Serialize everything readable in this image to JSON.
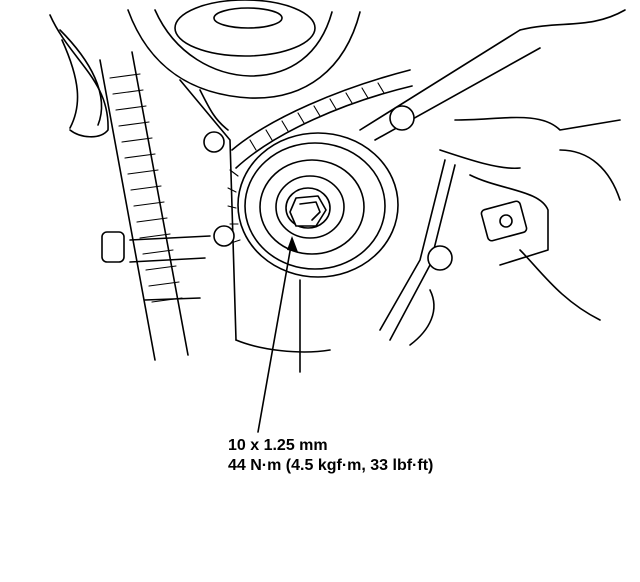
{
  "callout": {
    "bolt_size": "10 x 1.25 mm",
    "torque": "44 N·m (4.5 kgf·m, 33 lbf·ft)"
  },
  "colors": {
    "line": "#000000",
    "background": "#ffffff"
  },
  "icons": [
    "tensioner-pulley-illustration"
  ]
}
